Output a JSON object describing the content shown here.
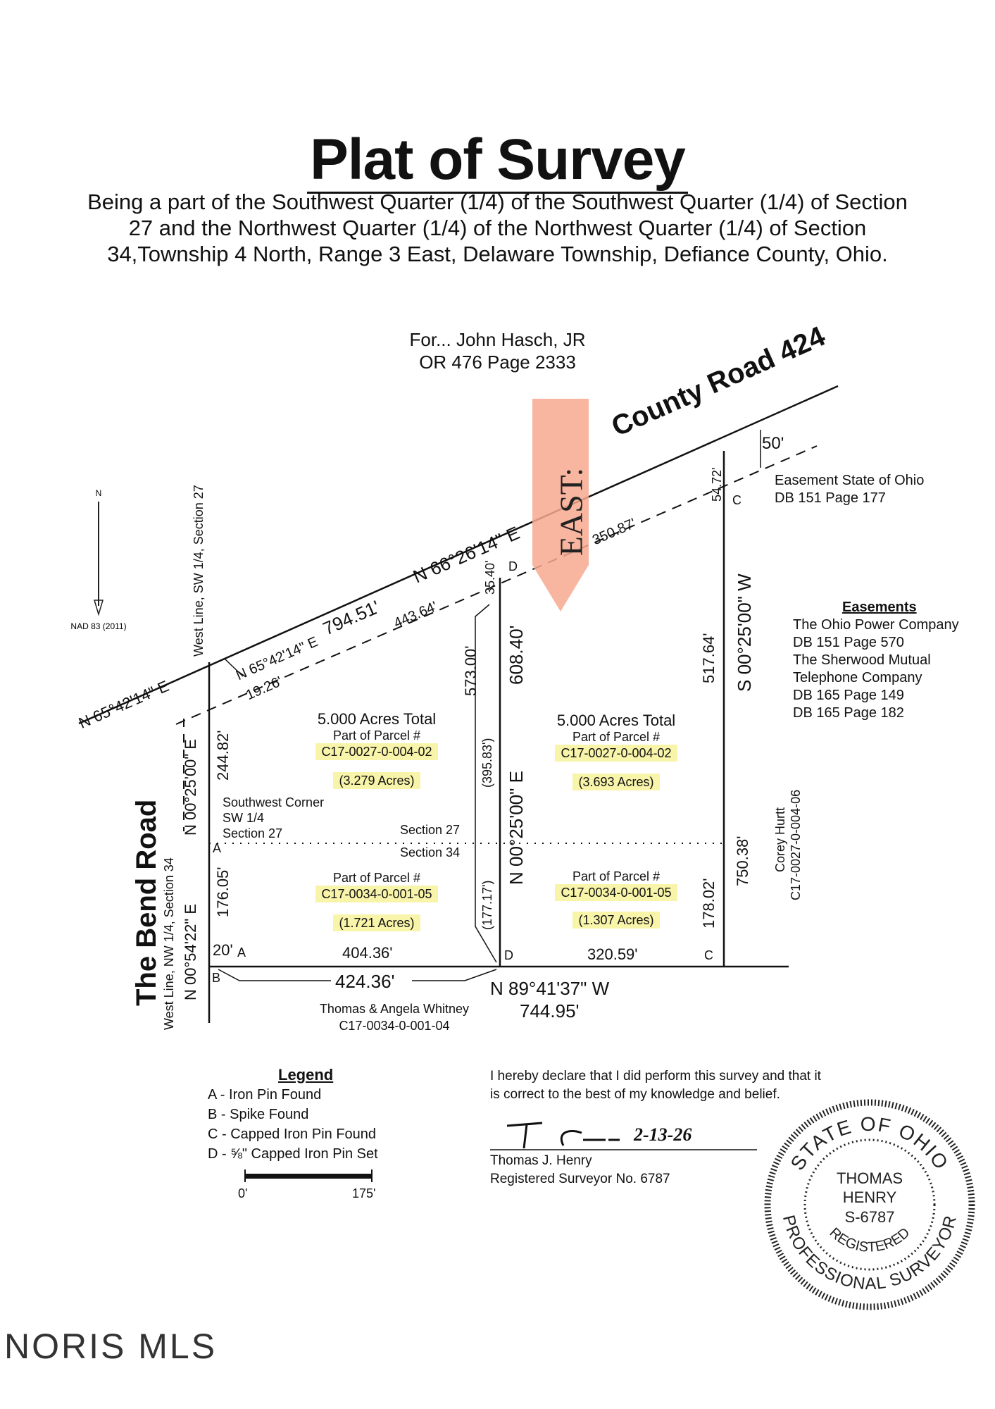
{
  "header": {
    "title": "Plat of Survey",
    "subtitle": "Being a part of the Southwest Quarter (1/4) of the Southwest Quarter (1/4) of Section 27 and the Northwest Quarter (1/4) of the Northwest Quarter (1/4) of Section 34,Township 4 North, Range 3 East, Delaware Township, Defiance County, Ohio.",
    "for_line": "For... John Hasch, JR",
    "or_line": "OR 476  Page 2333"
  },
  "roads": {
    "county_road": "County Road 424",
    "bend_road": "The Bend Road",
    "road_width": "50'"
  },
  "sticky_note": {
    "text": "EAST:",
    "color": "#f7a98f"
  },
  "north_arrow": {
    "n_label": "N",
    "datum": "NAD 83 (2011)"
  },
  "bearings": {
    "n65_left": "N 65°42'14\" E",
    "n65_inner": "N 65°42'14\" E",
    "d19": "19.26'",
    "n66": "N 66°26'14\" E",
    "d794": "794.51'",
    "d443": "443.64'",
    "d350": "350.87'",
    "d35": "35.40'",
    "d54": "54.72'",
    "west_line": "West Line, SW 1/4, Section 27",
    "west_line_bottom": "West Line, NW 1/4, Section 34",
    "n0025_left": "N 00°25'00\" E",
    "n0054": "N 00°54'22\" E",
    "d244": "244.82'",
    "d176": "176.05'",
    "d573": "573.00'",
    "d395": "(395.83')",
    "d177": "(177.17')",
    "d608": "608.40'",
    "n0025_mid": "N 00°25'00\" E",
    "s0025": "S 00°25'00\" W",
    "d517": "517.64'",
    "d750": "750.38'",
    "d178": "178.02'",
    "d20": "20'",
    "d404": "404.36'",
    "d320": "320.59'",
    "d424": "424.36'",
    "n89": "N 89°41'37\" W",
    "d744": "744.95'"
  },
  "points": {
    "a_top": "A",
    "a_bottom": "A",
    "b": "B",
    "c_top": "C",
    "c_bottom": "C",
    "d_top": "D",
    "d_bottom": "D"
  },
  "parcels": {
    "left_total": "5.000 Acres Total",
    "left_part_label": "Part of Parcel #",
    "left_parcel_27": "C17-0027-0-004-02",
    "left_acres_27": "(3.279 Acres)",
    "left_part_label_34": "Part of Parcel #",
    "left_parcel_34": "C17-0034-0-001-05",
    "left_acres_34": "(1.721 Acres)",
    "right_total": "5.000 Acres Total",
    "right_part_label": "Part of Parcel #",
    "right_parcel_27": "C17-0027-0-004-02",
    "right_acres_27": "(3.693 Acres)",
    "right_part_label_34": "Part of Parcel #",
    "right_parcel_34": "C17-0034-0-001-05",
    "right_acres_34": "(1.307 Acres)"
  },
  "section_labels": {
    "sw_corner_1": "Southwest Corner",
    "sw_corner_2": "SW 1/4",
    "sw_corner_3": "Section 27",
    "section27": "Section 27",
    "section34": "Section 34"
  },
  "neighbors": {
    "corey": "Corey Hurtt",
    "corey_parcel": "C17-0027-0-004-06",
    "whitney": "Thomas & Angela Whitney",
    "whitney_parcel": "C17-0034-0-001-04"
  },
  "easement_top": {
    "line1": "Easement State of Ohio",
    "line2": "DB 151  Page 177"
  },
  "easements": {
    "heading": "Easements",
    "lines": [
      "The Ohio Power Company",
      "DB 151  Page 570",
      "The Sherwood Mutual",
      "Telephone Company",
      "DB 165  Page 149",
      "DB 165  Page 182"
    ]
  },
  "legend": {
    "heading": "Legend",
    "items": [
      "A - Iron Pin Found",
      "B - Spike Found",
      "C - Capped Iron Pin Found",
      "D - ⅝\" Capped Iron Pin Set"
    ],
    "scale_start": "0'",
    "scale_end": "175'"
  },
  "certification": {
    "text": "I hereby declare that I did perform this survey and that it is correct to the best of my knowledge and belief.",
    "signature_date": "2-13-26",
    "name": "Thomas J. Henry",
    "registration": "Registered Surveyor No. 6787"
  },
  "seal": {
    "top": "STATE OF OHIO",
    "name1": "THOMAS",
    "name2": "HENRY",
    "number": "S-6787",
    "registered": "REGISTERED",
    "bottom": "PROFESSIONAL SURVEYOR"
  },
  "watermark": "NORIS MLS"
}
